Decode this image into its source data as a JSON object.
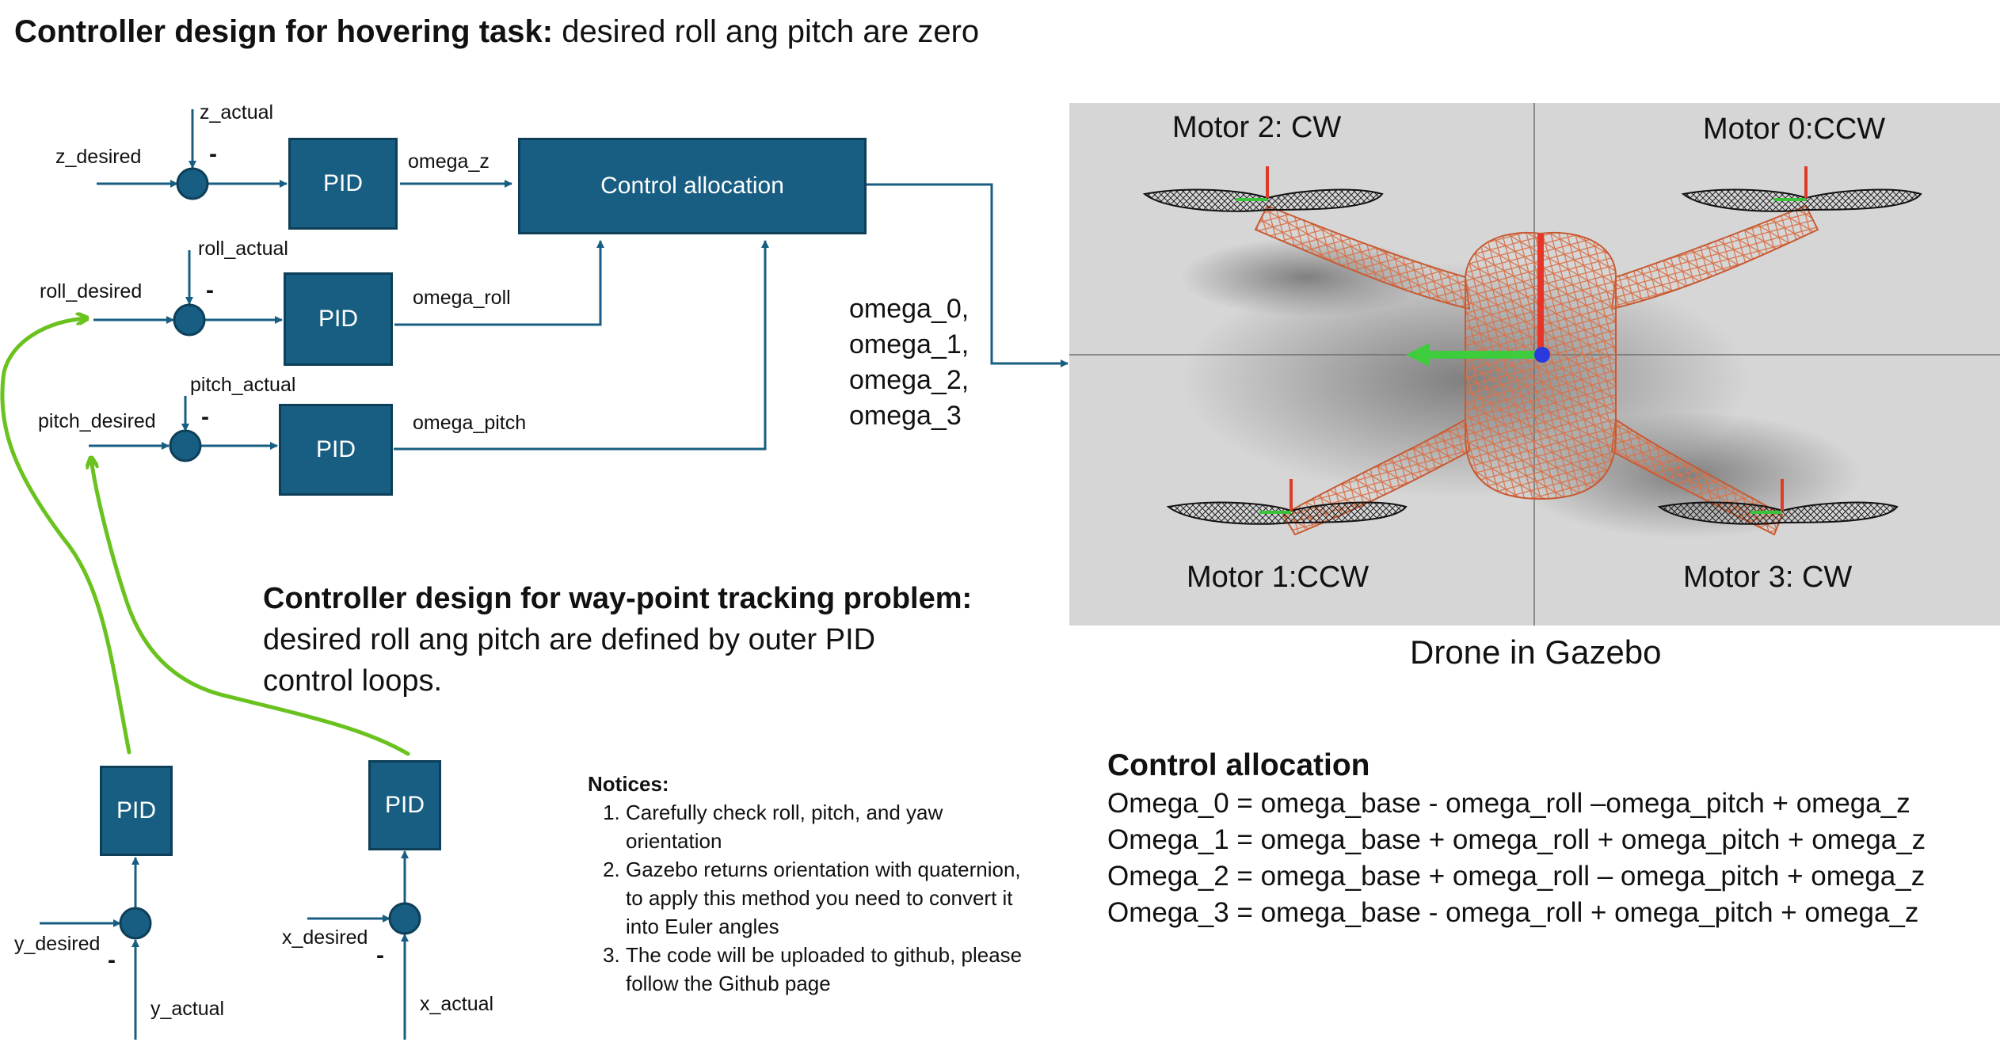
{
  "title": {
    "bold": "Controller design for hovering task:",
    "rest": " desired roll ang pitch are zero"
  },
  "signals": {
    "z_desired": "z_desired",
    "z_actual": "z_actual",
    "roll_desired": "roll_desired",
    "roll_actual": "roll_actual",
    "pitch_desired": "pitch_desired",
    "pitch_actual": "pitch_actual",
    "omega_z": "omega_z",
    "omega_roll": "omega_roll",
    "omega_pitch": "omega_pitch",
    "y_desired": "y_desired",
    "y_actual": "y_actual",
    "x_desired": "x_desired",
    "x_actual": "x_actual",
    "minus": "-"
  },
  "blocks": {
    "pid": "PID",
    "control_allocation": "Control allocation"
  },
  "omega_outputs": [
    "omega_0,",
    "omega_1,",
    "omega_2,",
    "omega_3"
  ],
  "drone": {
    "motor_tl": "Motor 2: CW",
    "motor_tr": "Motor 0:CCW",
    "motor_bl": "Motor 1:CCW",
    "motor_br": "Motor 3: CW",
    "caption": "Drone in Gazebo"
  },
  "waypoint": {
    "bold": "Controller design for way-point tracking problem:",
    "line2": "desired roll ang pitch are defined by outer PID",
    "line3": "control loops."
  },
  "notices": {
    "heading": "Notices:",
    "items": [
      "Carefully check roll, pitch, and yaw orientation",
      "Gazebo returns orientation with quaternion, to apply this method you need to convert it into Euler angles",
      "The code will be uploaded to github, please follow the Github page"
    ]
  },
  "control_allocation": {
    "heading": "Control allocation",
    "equations": [
      "Omega_0 = omega_base - omega_roll –omega_pitch + omega_z",
      "Omega_1 = omega_base + omega_roll + omega_pitch + omega_z",
      "Omega_2 = omega_base + omega_roll – omega_pitch + omega_z",
      "Omega_3 = omega_base - omega_roll + omega_pitch + omega_z"
    ]
  },
  "colors": {
    "block_fill": "#175e82",
    "wire": "#175e82",
    "feedback_green": "#6ac21f"
  }
}
